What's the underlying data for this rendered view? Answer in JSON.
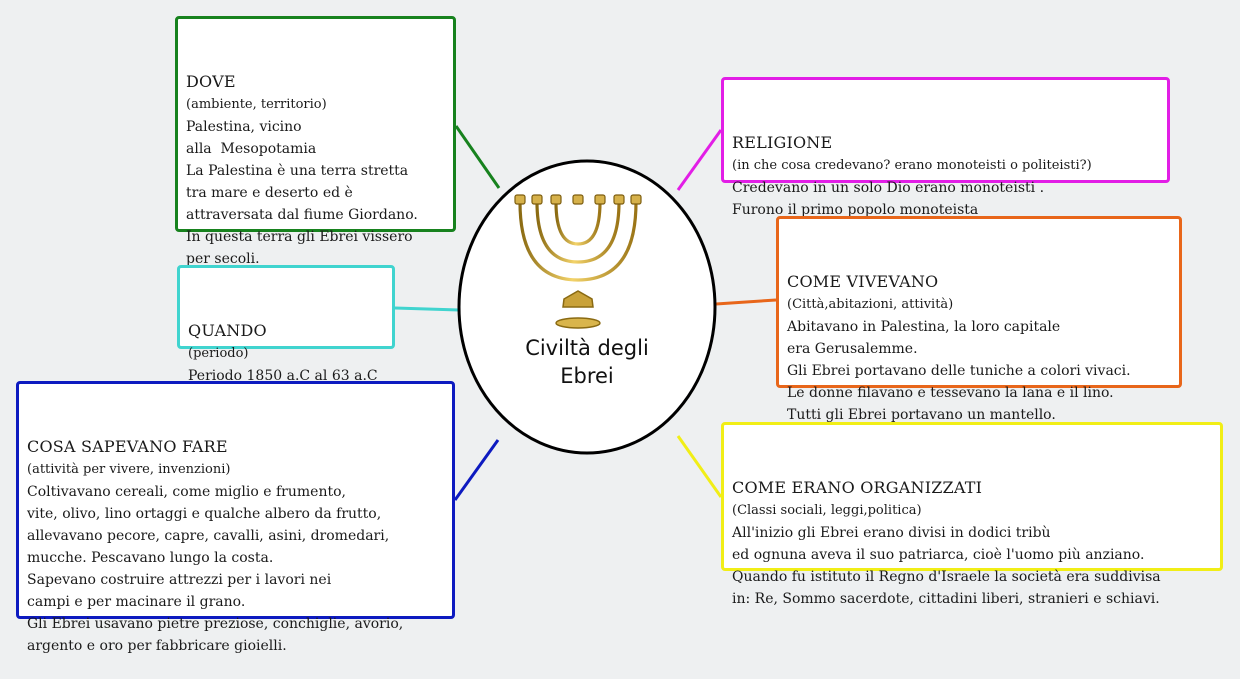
{
  "center": {
    "title": "Civiltà degli\nEbrei",
    "image_icon": "menorah-icon"
  },
  "colors": {
    "dove": "#17821e",
    "quando": "#40d4cf",
    "cosa_sapevano_fare": "#0d1ac0",
    "religione": "#e21ee6",
    "come_vivevano": "#e8661a",
    "come_erano_organizzati": "#f1ee16"
  },
  "boxes": {
    "dove": {
      "heading": "DOVE",
      "sub": "(ambiente, territorio)",
      "body": "Palestina, vicino\nalla  Mesopotamia\nLa Palestina è una terra stretta\ntra mare e deserto ed è\nattraversata dal fiume Giordano.\nIn questa terra gli Ebrei vissero\nper secoli."
    },
    "quando": {
      "heading": "QUANDO",
      "sub": "(periodo)",
      "body": "Periodo 1850 a.C al 63 a.C"
    },
    "cosa_sapevano_fare": {
      "heading": "COSA SAPEVANO FARE",
      "sub": "(attività per vivere, invenzioni)",
      "body": "Coltivavano cereali, come miglio e frumento,\nvite, olivo, lino ortaggi e qualche albero da frutto,\nallevavano pecore, capre, cavalli, asini, dromedari,\nmucche. Pescavano lungo la costa.\nSapevano costruire attrezzi per i lavori nei\ncampi e per macinare il grano.\nGli Ebrei usavano pietre preziose, conchiglie, avorio,\nargento e oro per fabbricare gioielli."
    },
    "religione": {
      "heading": "RELIGIONE",
      "sub": "(in che cosa credevano? erano monoteisti o politeisti?)",
      "body": "Credevano in un solo Dio erano monoteisti .\nFurono il primo popolo monoteista"
    },
    "come_vivevano": {
      "heading": "COME VIVEVANO",
      "sub": "(Città,abitazioni, attività)",
      "body": "Abitavano in Palestina, la loro capitale\nera Gerusalemme.\nGli Ebrei portavano delle tuniche a colori vivaci.\nLe donne filavano e tessevano la lana e il lino.\nTutti gli Ebrei portavano un mantello."
    },
    "come_erano_organizzati": {
      "heading": "COME ERANO ORGANIZZATI",
      "sub": "(Classi sociali, leggi,politica)",
      "body": "All'inizio gli Ebrei erano divisi in dodici tribù\ned ognuna aveva il suo patriarca, cioè l'uomo più anziano.\nQuando fu istituto il Regno d'Israele la società era suddivisa\nin: Re, Sommo sacerdote, cittadini liberi, stranieri e schiavi."
    }
  }
}
